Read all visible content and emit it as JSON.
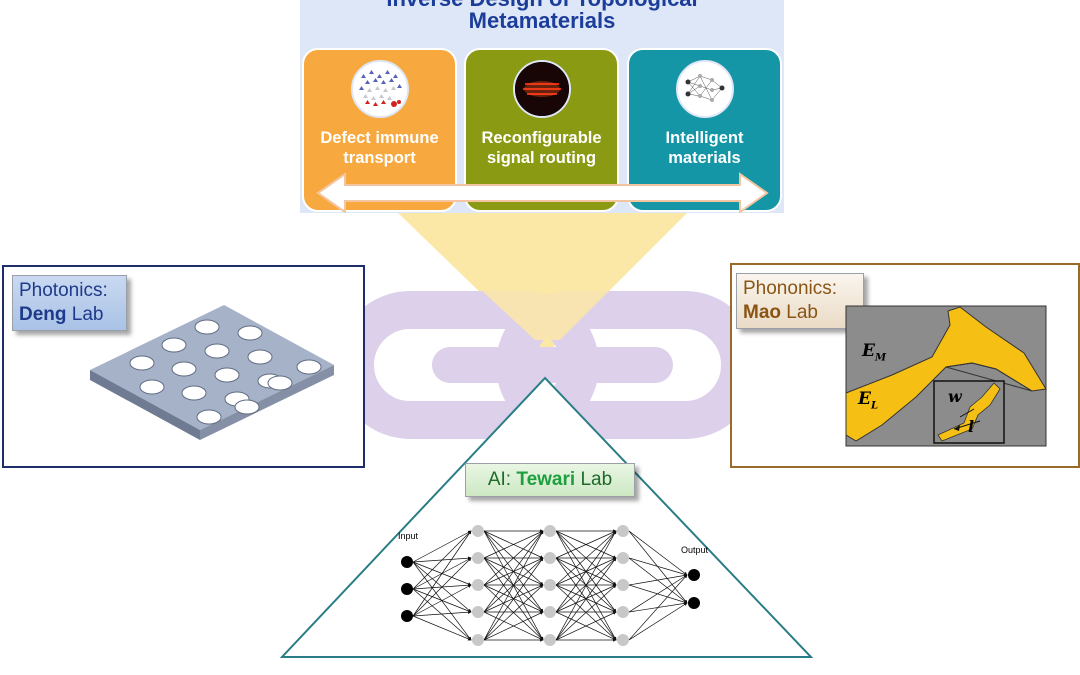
{
  "title": {
    "line1": "Inverse Design of Topological",
    "line2": "Metamaterials"
  },
  "cards": [
    {
      "line1": "Defect immune",
      "line2": "transport",
      "color": "#f7a83e"
    },
    {
      "line1": "Reconfigurable",
      "line2": "signal routing",
      "color": "#8a9a12"
    },
    {
      "line1": "Intelligent",
      "line2": "materials",
      "color": "#1496a6"
    }
  ],
  "labs": {
    "photonics": {
      "field": "Photonics:",
      "name": "Deng",
      "suffix": "Lab",
      "border": "#1f2d6b"
    },
    "phononics": {
      "field": "Phononics:",
      "name": "Mao",
      "suffix": "Lab",
      "border": "#9a6a2a",
      "text_color": "#8a5514"
    },
    "ai": {
      "field": "AI:",
      "name": "Tewari",
      "suffix": "Lab",
      "border": "#2a7d86",
      "name_color": "#1fa040"
    }
  },
  "phononics_figure": {
    "region_upper": "E",
    "region_upper_sub": "M",
    "region_lower": "E",
    "region_lower_sub": "L",
    "inset_w": "w",
    "inset_l": "l"
  },
  "network": {
    "input_label": "Input",
    "output_label": "Output"
  },
  "colors": {
    "link_purple": "#dcd0ea",
    "beam_yellow": "#fbe7a6",
    "phononic_bg": "#8c8c8c",
    "phononic_gold": "#f5c013"
  }
}
